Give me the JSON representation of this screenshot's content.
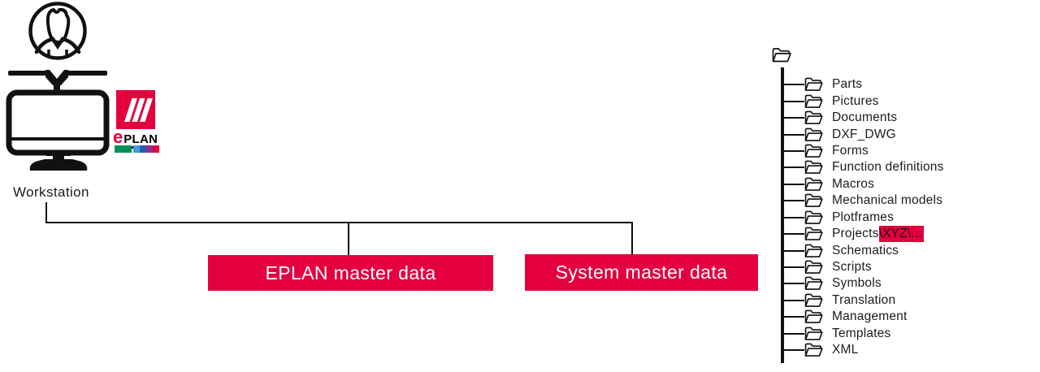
{
  "accent_color": "#E4003E",
  "workstation": {
    "label": "Workstation"
  },
  "logo": {
    "wordmark_e": "e",
    "wordmark_rest": "PLAN",
    "bar_colors": [
      "#00915A",
      "#3E9ED9",
      "#2A5CAA",
      "#8E2C8E",
      "#E4003E"
    ]
  },
  "boxes": [
    {
      "label": "EPLAN master data"
    },
    {
      "label": "System master data"
    }
  ],
  "tree": {
    "items": [
      {
        "label": "Parts"
      },
      {
        "label": "Pictures"
      },
      {
        "label": "Documents"
      },
      {
        "label": "DXF_DWG"
      },
      {
        "label": "Forms"
      },
      {
        "label": "Function definitions"
      },
      {
        "label": "Macros"
      },
      {
        "label": "Mechanical models"
      },
      {
        "label": "Plotframes"
      },
      {
        "label": "Projects",
        "highlight": "\\XYZ\\..."
      },
      {
        "label": "Schematics"
      },
      {
        "label": "Scripts"
      },
      {
        "label": "Symbols"
      },
      {
        "label": "Translation"
      },
      {
        "label": "Management"
      },
      {
        "label": "Templates"
      },
      {
        "label": "XML"
      }
    ]
  }
}
